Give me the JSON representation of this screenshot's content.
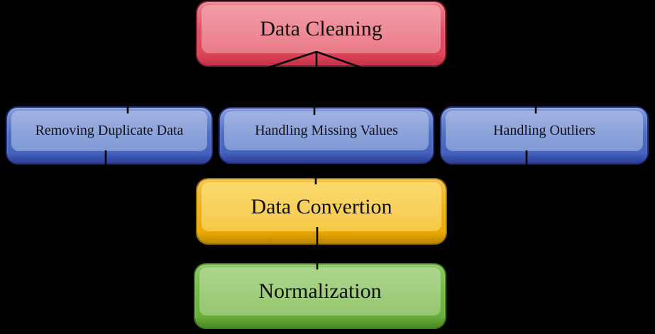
{
  "canvas": {
    "background_color": "#000000"
  },
  "diagram": {
    "title": "Data preprocessing steps flowchart",
    "nodes": [
      {
        "id": "data-cleaning",
        "label": "Data Cleaning",
        "color_name": "red",
        "fill_hex": "#e24d60",
        "face_hex": "#ee8b97"
      },
      {
        "id": "removing-duplicate-data",
        "label": "Removing Duplicate Data",
        "color_name": "blue",
        "fill_hex": "#4d6cc2",
        "face_hex": "#8da4db"
      },
      {
        "id": "handling-missing-values",
        "label": "Handling Missing Values",
        "color_name": "blue",
        "fill_hex": "#4d6cc2",
        "face_hex": "#8da4db"
      },
      {
        "id": "handling-outliers",
        "label": "Handling Outliers",
        "color_name": "blue",
        "fill_hex": "#4d6cc2",
        "face_hex": "#8da4db"
      },
      {
        "id": "data-convertion",
        "label": "Data Convertion",
        "color_name": "yellow",
        "fill_hex": "#eeb01b",
        "face_hex": "#f8d15c"
      },
      {
        "id": "normalization",
        "label": "Normalization",
        "color_name": "green",
        "fill_hex": "#72b544",
        "face_hex": "#a1ce7e"
      }
    ],
    "edges": [
      {
        "from": "data-cleaning",
        "to": "removing-duplicate-data"
      },
      {
        "from": "data-cleaning",
        "to": "handling-missing-values"
      },
      {
        "from": "data-cleaning",
        "to": "handling-outliers"
      },
      {
        "from": "removing-duplicate-data",
        "to": "data-convertion"
      },
      {
        "from": "handling-missing-values",
        "to": "data-convertion"
      },
      {
        "from": "handling-outliers",
        "to": "data-convertion"
      },
      {
        "from": "data-convertion",
        "to": "normalization"
      }
    ],
    "edge_color": "#000000",
    "text_color": "#120f12"
  }
}
